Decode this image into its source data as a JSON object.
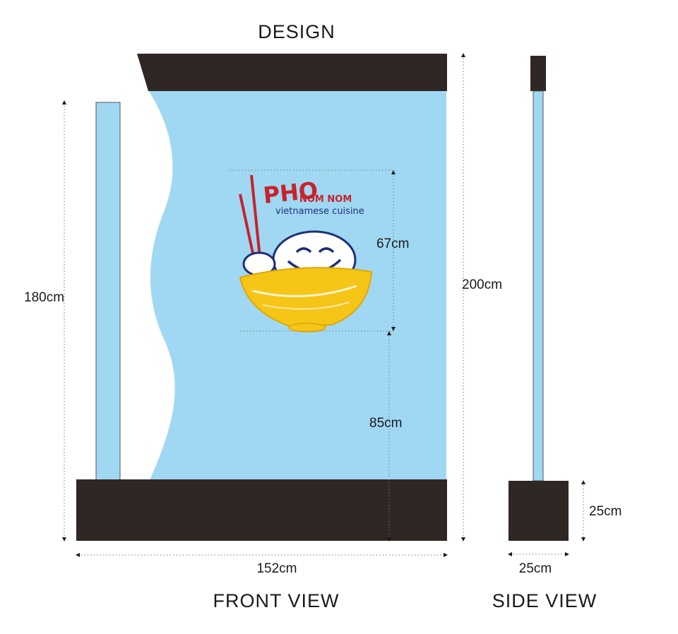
{
  "title": "DESIGN",
  "views": {
    "front": "FRONT VIEW",
    "side": "SIDE VIEW"
  },
  "dimensions": {
    "pole_height": "180cm",
    "total_height": "200cm",
    "logo_height": "67cm",
    "logo_bottom": "85cm",
    "width": "152cm",
    "base_height": "25cm",
    "base_depth": "25cm"
  },
  "logo": {
    "word1": "PHO",
    "word2": "NOM NOM",
    "tagline": "vietnamese cuisine"
  },
  "colors": {
    "fabric": "#a0d8f3",
    "frame": "#302624",
    "bowl": "#f5c518",
    "brand_red": "#c8222b",
    "brand_blue": "#1f2f78"
  }
}
